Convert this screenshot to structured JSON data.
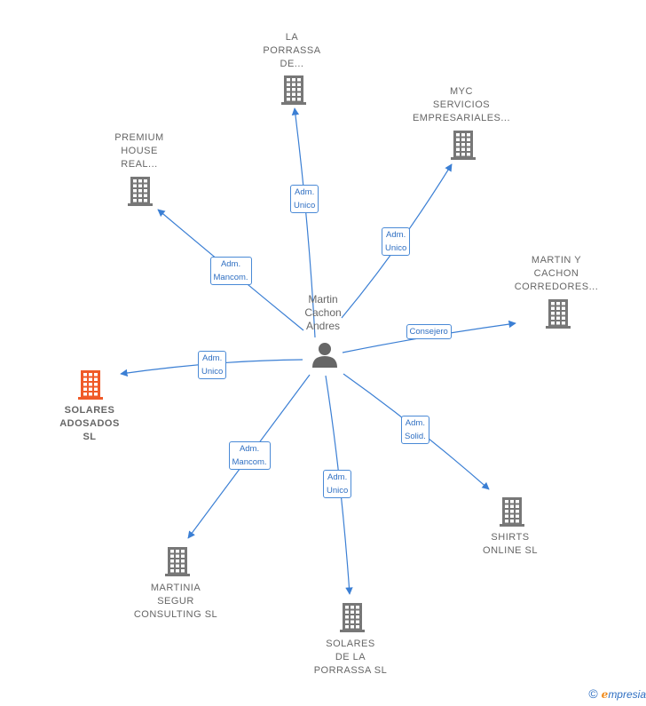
{
  "center": {
    "label": "Martin\nCachon\nAndres",
    "icon": "person-icon"
  },
  "companies": [
    {
      "id": "la-porrassa",
      "label": "LA\nPORRASSA\nDE...",
      "icon": "building-icon",
      "color": "#777777"
    },
    {
      "id": "myc-servicios",
      "label": "MYC\nSERVICIOS\nEMPRESARIALES...",
      "icon": "building-icon",
      "color": "#777777"
    },
    {
      "id": "premium-house",
      "label": "PREMIUM\nHOUSE\nREAL...",
      "icon": "building-icon",
      "color": "#777777"
    },
    {
      "id": "martin-cachon-corredores",
      "label": "MARTIN Y\nCACHON\nCORREDORES...",
      "icon": "building-icon",
      "color": "#777777"
    },
    {
      "id": "solares-adosados",
      "label": "SOLARES\nADOSADOS\nSL",
      "icon": "building-icon",
      "color": "#f05a28",
      "highlight": true
    },
    {
      "id": "shirts-online",
      "label": "SHIRTS\nONLINE SL",
      "icon": "building-icon",
      "color": "#777777"
    },
    {
      "id": "martinia-segur",
      "label": "MARTINIA\nSEGUR\nCONSULTING SL",
      "icon": "building-icon",
      "color": "#777777"
    },
    {
      "id": "solares-porrassa",
      "label": "SOLARES\nDE LA\nPORRASSA  SL",
      "icon": "building-icon",
      "color": "#777777"
    }
  ],
  "relations": [
    {
      "to": "la-porrassa",
      "label": "Adm.\nUnico"
    },
    {
      "to": "myc-servicios",
      "label": "Adm.\nUnico"
    },
    {
      "to": "premium-house",
      "label": "Adm.\nMancom."
    },
    {
      "to": "martin-cachon-corredores",
      "label": "Consejero"
    },
    {
      "to": "solares-adosados",
      "label": "Adm.\nUnico"
    },
    {
      "to": "shirts-online",
      "label": "Adm.\nSolid."
    },
    {
      "to": "martinia-segur",
      "label": "Adm.\nMancom."
    },
    {
      "to": "solares-porrassa",
      "label": "Adm.\nUnico"
    }
  ],
  "colors": {
    "edge": "#3b7fd4",
    "building": "#777777",
    "highlight": "#f05a28",
    "person": "#666666"
  },
  "footer": {
    "copyright": "©",
    "brand_initial": "e",
    "brand_rest": "mpresia"
  }
}
